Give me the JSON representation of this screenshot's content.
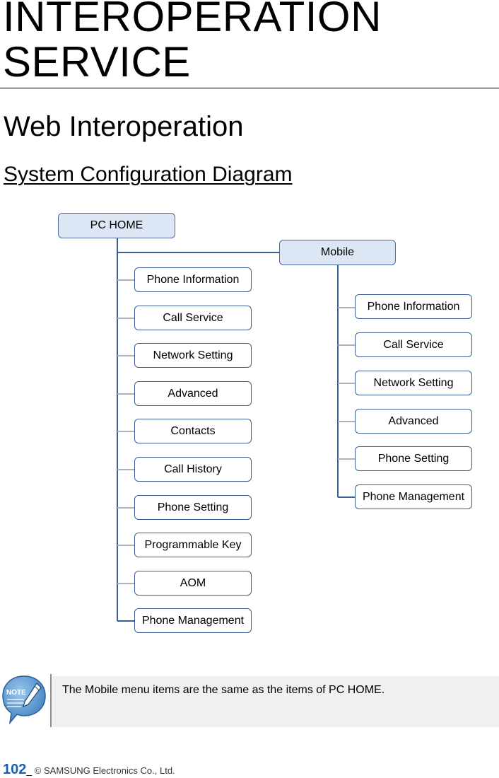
{
  "chapter": {
    "title_line1": "INTEROPERATION",
    "title_line2": "SERVICE"
  },
  "section": {
    "title": "Web Interoperation"
  },
  "subsection": {
    "title": "System Configuration Diagram"
  },
  "diagram": {
    "pc_home": {
      "label": "PC HOME",
      "items": [
        "Phone Information",
        "Call Service",
        "Network Setting",
        "Advanced",
        "Contacts",
        "Call History",
        "Phone Setting",
        "Programmable Key",
        "AOM",
        "Phone Management"
      ]
    },
    "mobile": {
      "label": "Mobile",
      "items": [
        "Phone Information",
        "Call Service",
        "Network Setting",
        "Advanced",
        "Phone Setting",
        "Phone Management"
      ]
    },
    "colors": {
      "line": "#3b5f95",
      "head_fill": "#dce6f4"
    }
  },
  "note": {
    "icon": "note-pencil-icon",
    "icon_label": "NOTE",
    "text": "The Mobile menu items are the same as the items of PC HOME."
  },
  "footer": {
    "page_number": "102",
    "separator": "_",
    "copyright": "© SAMSUNG Electronics Co., Ltd."
  }
}
